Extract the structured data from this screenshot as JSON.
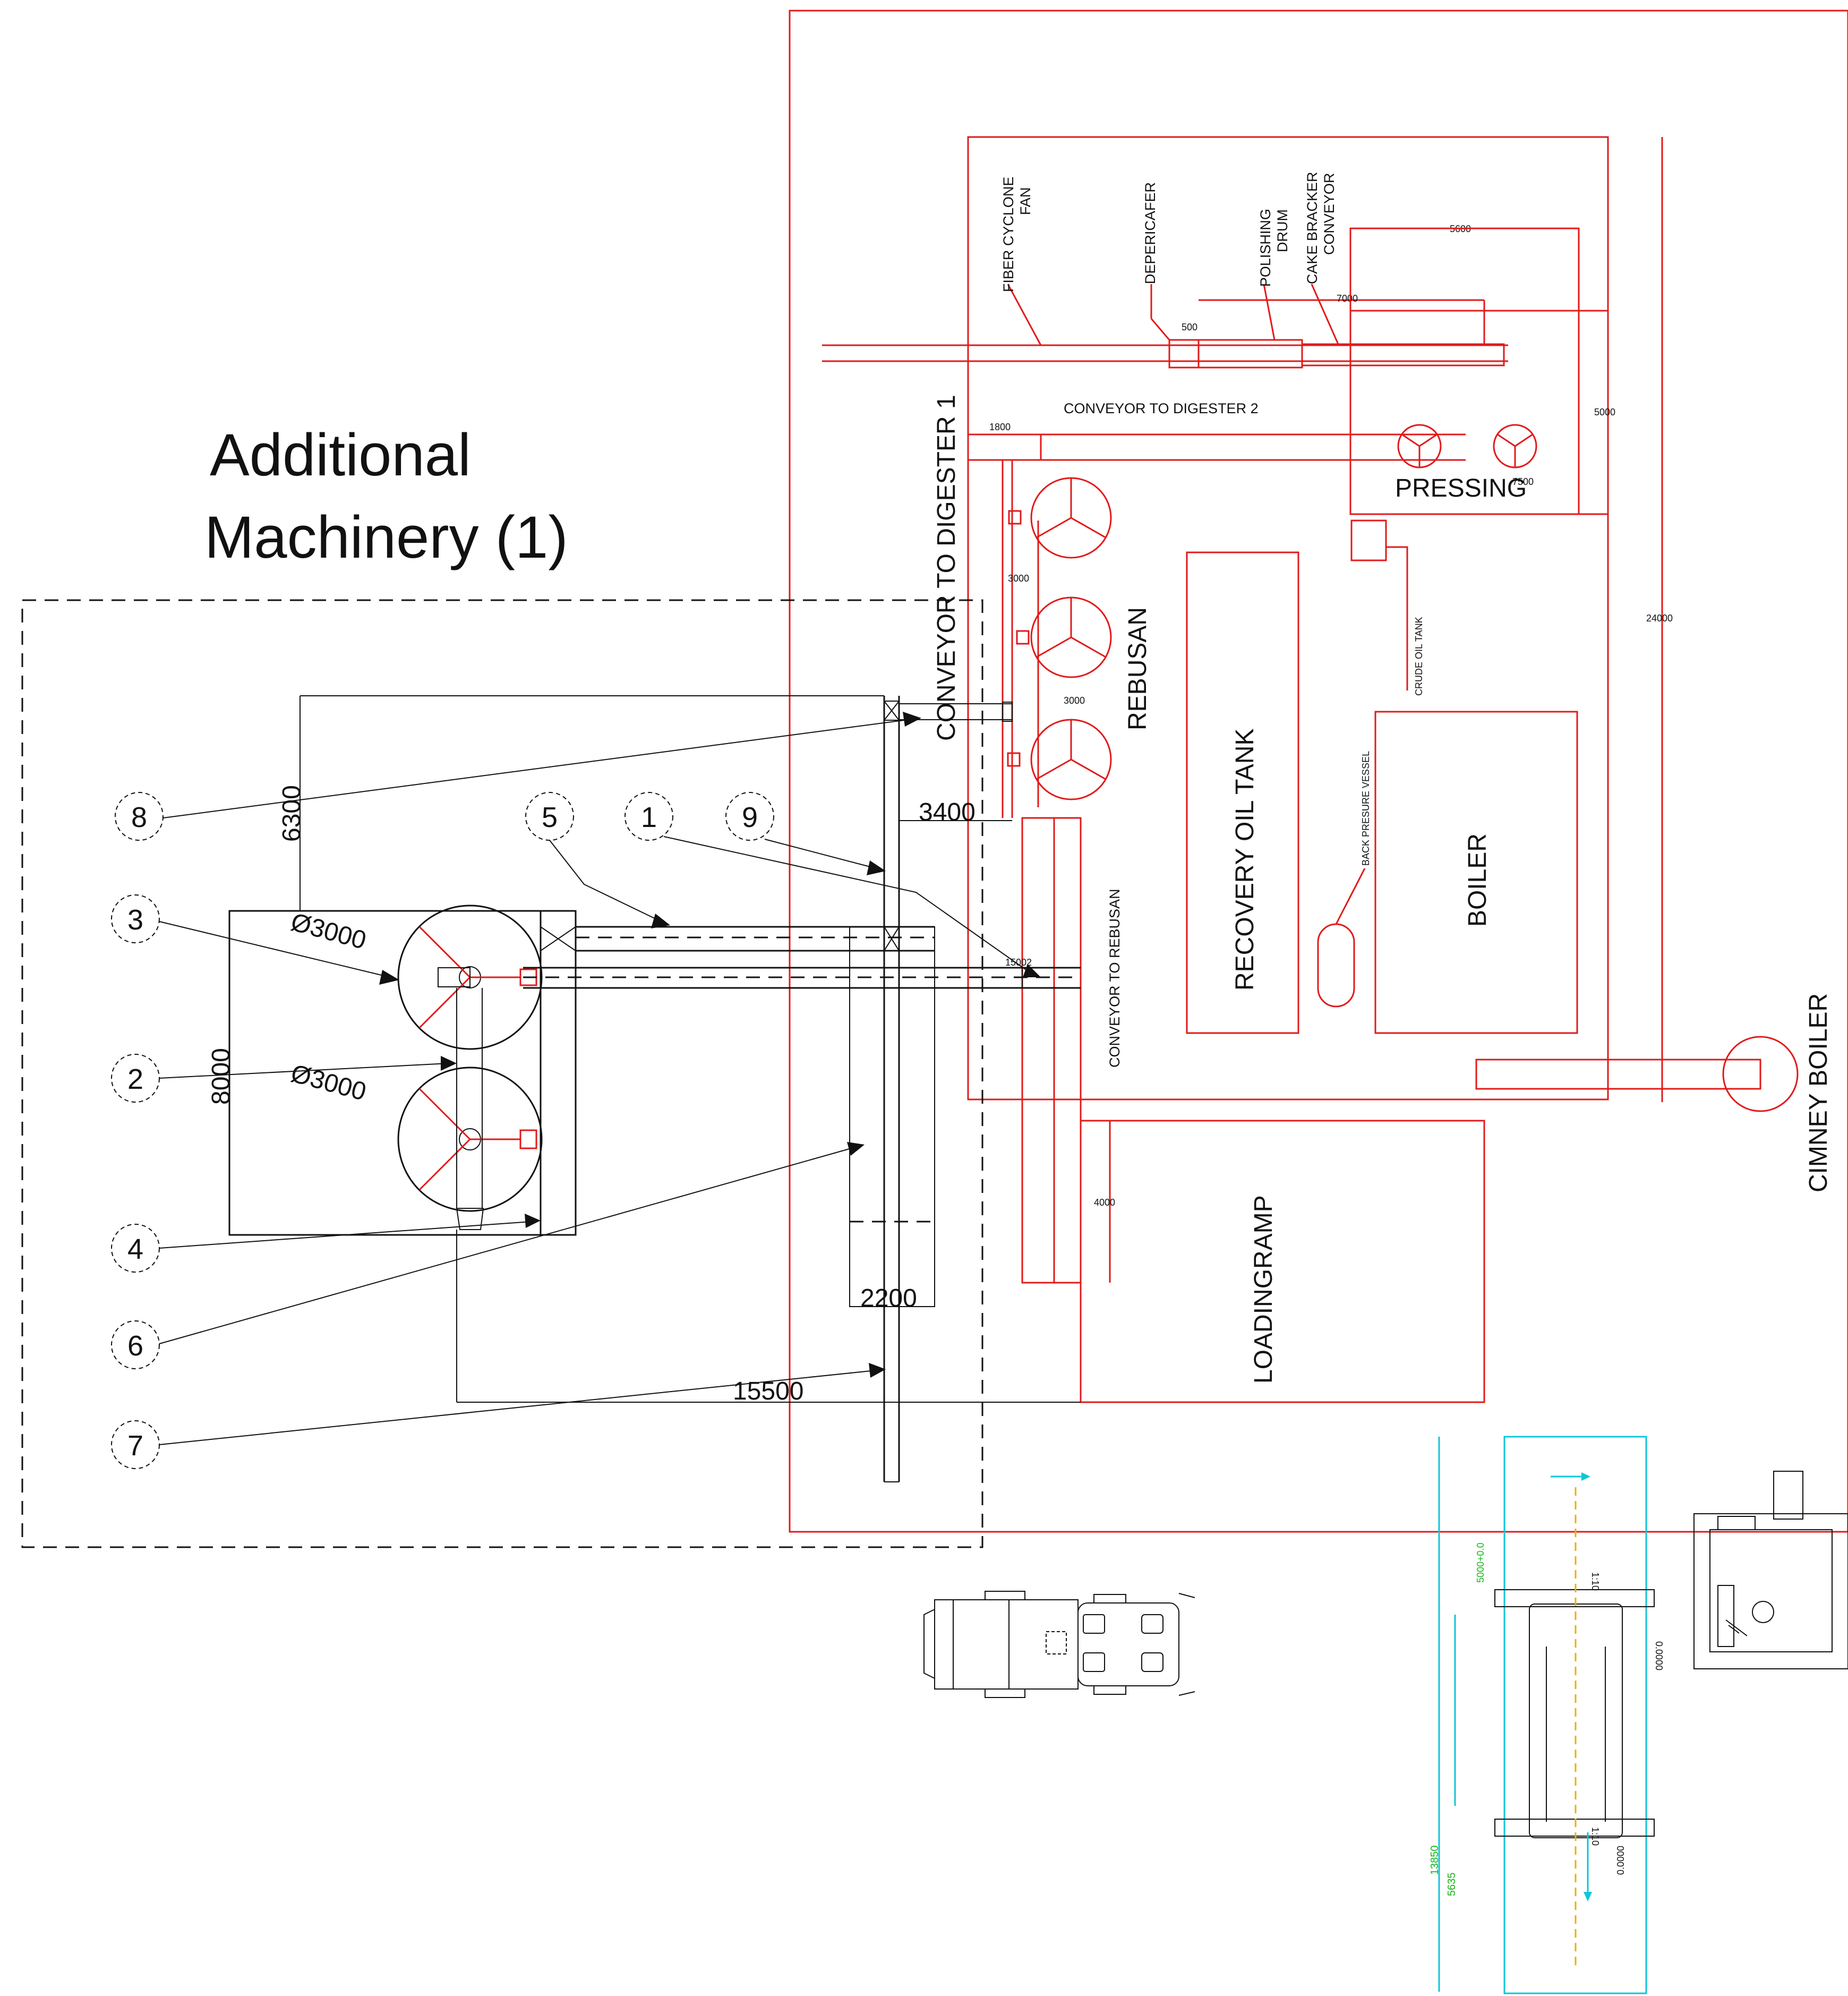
{
  "title": {
    "line1": "Additional",
    "line2": "Machinery (1)"
  },
  "labels": {
    "fiber_cyclone_fan_1": "FIBER CYCLONE",
    "fiber_cyclone_fan_2": "FAN",
    "depericafer": "DEPERICAFER",
    "polishing_drum_1": "POLISHING",
    "polishing_drum_2": "DRUM",
    "cake_bracker_1": "CAKE BRACKER",
    "cake_bracker_2": "CONVEYOR",
    "conveyor_digester_2": "CONVEYOR TO DIGESTER 2",
    "conveyor_digester_1": "CONVEYOR TO DIGESTER 1",
    "pressing": "PRESSING",
    "rebusan": "REBUSAN",
    "recovery_oil_tank": "RECOVERY OIL TANK",
    "crude_oil_tank": "CRUDE OIL TANK",
    "back_pressure_vessel": "BACK PRESURE VESSEL",
    "boiler": "BOILER",
    "conveyor_rebusan": "CONVEYOR TO REBUSAN",
    "cimney_boiler": "CIMNEY BOILER",
    "loadingramp": "LOADINGRAMP"
  },
  "dimensions": {
    "d5600": "5600",
    "d7000": "7000",
    "d500": "500",
    "d1800": "1800",
    "d5000": "5000",
    "d24000": "24000",
    "d3000a": "3000",
    "d3000b": "3000",
    "d4000": "4000",
    "d3400": "3400",
    "d6300": "6300",
    "d8000": "8000",
    "dia1": "Ø3000",
    "dia2": "Ø3000",
    "d2200": "2200",
    "d15500": "15500",
    "d15002": "15002",
    "press_small": "7500",
    "g13850": "13850",
    "g5635": "5635",
    "tag_a": "5000+0.0",
    "tag_b": "1:10",
    "tag_c": "0.0000",
    "tag_d": "0.0000",
    "tag_e": "1:10"
  },
  "callouts": [
    "8",
    "3",
    "2",
    "4",
    "6",
    "7",
    "5",
    "1",
    "9"
  ],
  "colors": {
    "layout": "#e21a1a",
    "machinery": "#111111",
    "weighbridge": "#10c5d8",
    "dim_green": "#19b319",
    "centerline": "#e8b100"
  }
}
